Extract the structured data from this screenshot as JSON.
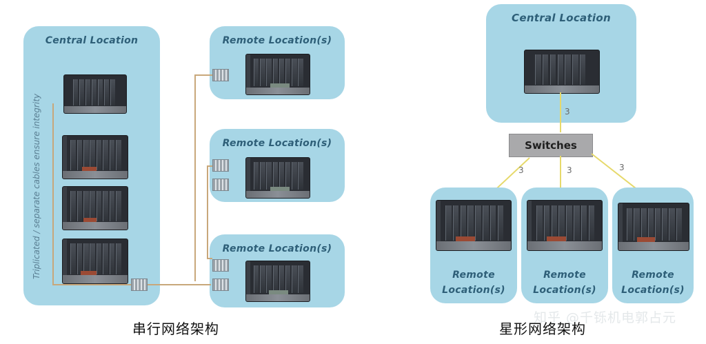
{
  "serial": {
    "central_title": "Central Location",
    "remote_titles": [
      "Remote Location(s)",
      "Remote Location(s)",
      "Remote Location(s)"
    ],
    "vertical_note": "Triplicated / separate cables ensure integrity",
    "caption": "串行网络架构"
  },
  "star": {
    "central_title": "Central Location",
    "switch_label": "Switches",
    "link_counts": [
      "3",
      "3",
      "3",
      "3"
    ],
    "remote_titles": [
      "Remote Location(s)",
      "Remote Location(s)",
      "Remote Location(s)"
    ],
    "caption": "星形网络架构"
  },
  "watermark": "知乎 @千铄机电郭占元",
  "colors": {
    "panel": "#a7d6e6",
    "cable": "#c8a77a",
    "star_link": "#e6d96b",
    "switch_box": "#a9a9ab"
  }
}
